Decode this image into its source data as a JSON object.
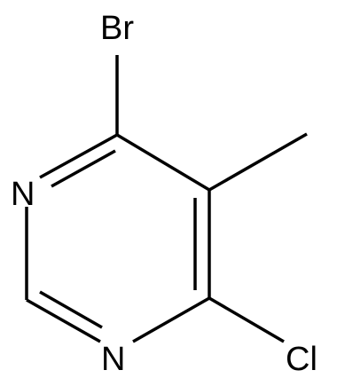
{
  "molecule": {
    "atoms": {
      "bromine": "Br",
      "chlorine": "Cl",
      "nitrogen_upper": "N",
      "nitrogen_lower": "N"
    },
    "bond_color": "#000000",
    "label_color": "#000000",
    "background": "#ffffff"
  }
}
